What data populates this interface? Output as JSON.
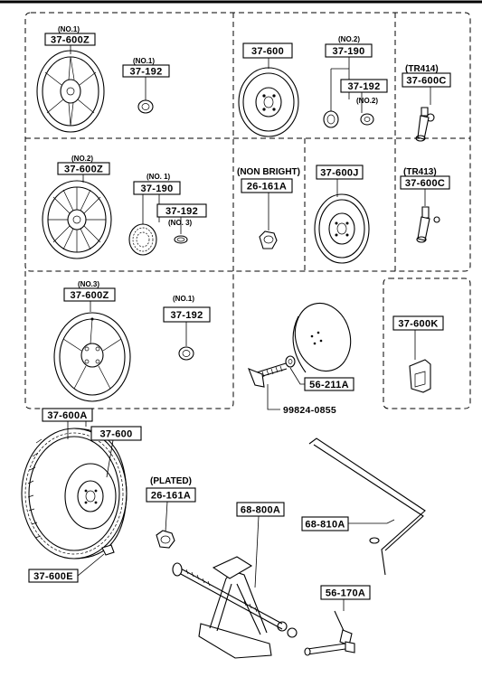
{
  "notes": {
    "no1_a": "(NO.1)",
    "no1_b": "(NO.1)",
    "no1_c": "(NO. 1)",
    "no1_d": "(NO.1)",
    "no2_a": "(NO.2)",
    "no2_b": "(NO.2)",
    "no2_c": "(NO.2)",
    "no3_a": "(NO. 3)",
    "no3_b": "(NO.3)",
    "tr414": "(TR414)",
    "tr413": "(TR413)",
    "non_bright": "(NON BRIGHT)",
    "plated": "(PLATED)"
  },
  "labels": {
    "p37_600z_a": "37-600Z",
    "p37_192_a": "37-192",
    "p37_600_a": "37-600",
    "p37_190_a": "37-190",
    "p37_192_b": "37-192",
    "p37_600c_a": "37-600C",
    "p37_600z_b": "37-600Z",
    "p37_190_b": "37-190",
    "p37_192_c": "37-192",
    "p26_161a_a": "26-161A",
    "p37_600j": "37-600J",
    "p37_600c_b": "37-600C",
    "p37_600z_c": "37-600Z",
    "p37_192_d": "37-192",
    "p37_600k": "37-600K",
    "p56_211a": "56-211A",
    "p99824": "99824-0855",
    "p37_600a": "37-600A",
    "p37_600_b": "37-600",
    "p26_161a_b": "26-161A",
    "p68_800a": "68-800A",
    "p68_810a": "68-810A",
    "p37_600e": "37-600E",
    "p56_170a": "56-170A"
  }
}
